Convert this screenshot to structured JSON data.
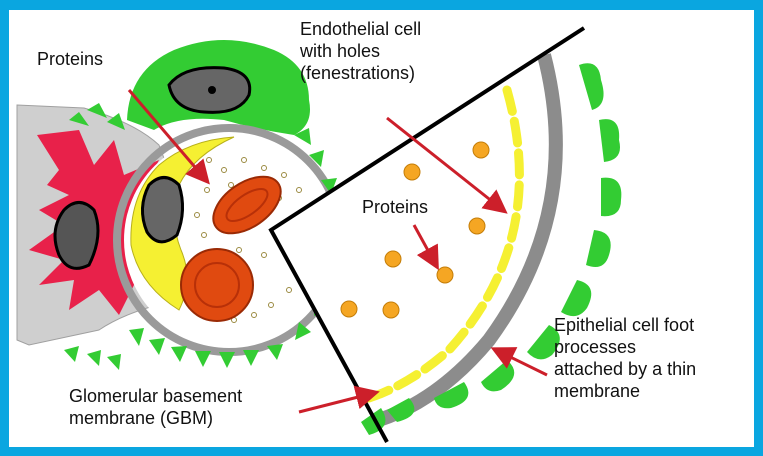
{
  "labels": {
    "proteins_left": "Proteins",
    "endothelial": "Endothelial cell\nwith holes\n(fenestrations)",
    "proteins_center": "Proteins",
    "epithelial": "Epithelial cell foot\nprocesses\nattached by a thin\nmembrane",
    "gbm": "Glomerular basement\nmembrane (GBM)"
  },
  "colors": {
    "frame": "#0aa6e0",
    "podocyte_green": "#33cc33",
    "gbm_gray": "#8c8c8c",
    "mesangial_red": "#e8214a",
    "endothelial_yellow": "#f5f032",
    "red_blood_cell": "#e04a10",
    "protein_orange": "#f5a623",
    "arrow_red": "#cc1f2a"
  }
}
